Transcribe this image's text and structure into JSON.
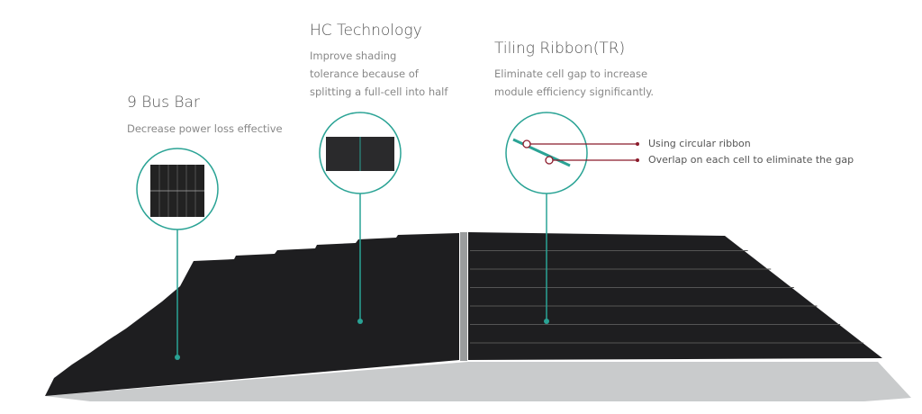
{
  "features": [
    {
      "title": "9 Bus Bar",
      "desc": [
        "Decrease power loss effective"
      ]
    },
    {
      "title": "HC Technology",
      "desc": [
        "Improve shading",
        "tolerance because of",
        "splitting a full-cell into half"
      ]
    },
    {
      "title": "Tiling Ribbon(TR)",
      "desc": [
        "Eliminate cell gap to increase",
        "module efficiency significantly."
      ]
    }
  ],
  "callouts": [
    "Using circular ribbon",
    "Overlap on each cell to eliminate the gap"
  ],
  "colors": {
    "accent": "#2aa395",
    "callout_line": "#8b1a2b",
    "cell": "#1e1e20",
    "frame": "#c9cbcc"
  }
}
